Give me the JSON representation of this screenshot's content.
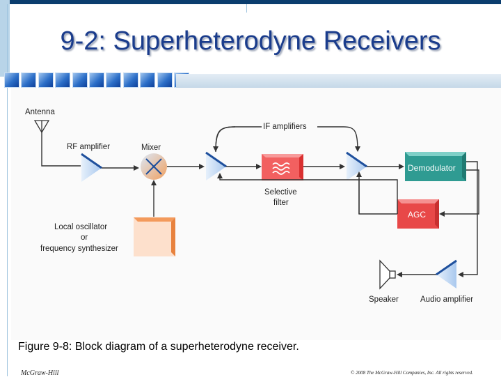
{
  "slide": {
    "title": "9-2: Superheterodyne Receivers",
    "caption": "Figure 9-8: Block diagram of a superheterodyne receiver.",
    "footer_left": "McGraw-Hill",
    "footer_right": "© 2008 The McGraw-Hill Companies, Inc. All rights reserved."
  },
  "diagram": {
    "antenna": "Antenna",
    "rf_amplifier": "RF amplifier",
    "mixer": "Mixer",
    "local_osc_line1": "Local oscillator",
    "local_osc_line2": "or",
    "local_osc_line3": "frequency synthesizer",
    "if_amplifiers": "IF amplifiers",
    "selective_line1": "Selective",
    "selective_line2": "filter",
    "demodulator": "Demodulator",
    "agc": "AGC",
    "speaker": "Speaker",
    "audio_amplifier": "Audio amplifier"
  },
  "colors": {
    "title": "#1a3c8c",
    "amplifier_blue": "#bcd6f2",
    "amplifier_edge": "#1e4f9c",
    "demodulator": "#3aa59c",
    "agc": "#e24a4a",
    "filter": "#e84848",
    "oscillator": "#f4a068"
  }
}
